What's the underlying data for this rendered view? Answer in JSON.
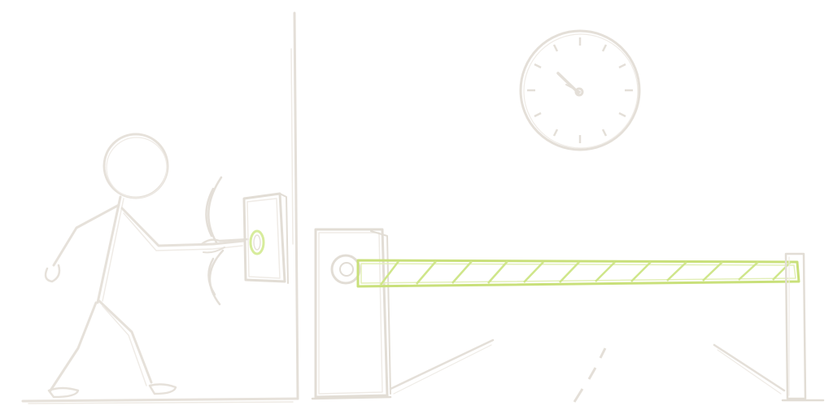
{
  "scene": {
    "colors": {
      "background": "#ffffff",
      "sketch": "#e8e3dc",
      "sketch_dark": "#ddd7cf",
      "barrier_stripe": "#d7ec9c",
      "barrier_outline": "#c9e07a",
      "button_glow": "#d7ec9c"
    },
    "clock": {
      "icon": "wall-clock-icon",
      "hour_hand_angle_deg": -40,
      "minute_hand_angle_deg": -50
    },
    "barrier": {
      "icon": "boom-barrier-icon",
      "stripe_count": 12
    },
    "person": {
      "icon": "stick-figure-pressing-button"
    },
    "intercom": {
      "icon": "intercom-button-icon",
      "sound_waves": 4
    }
  }
}
